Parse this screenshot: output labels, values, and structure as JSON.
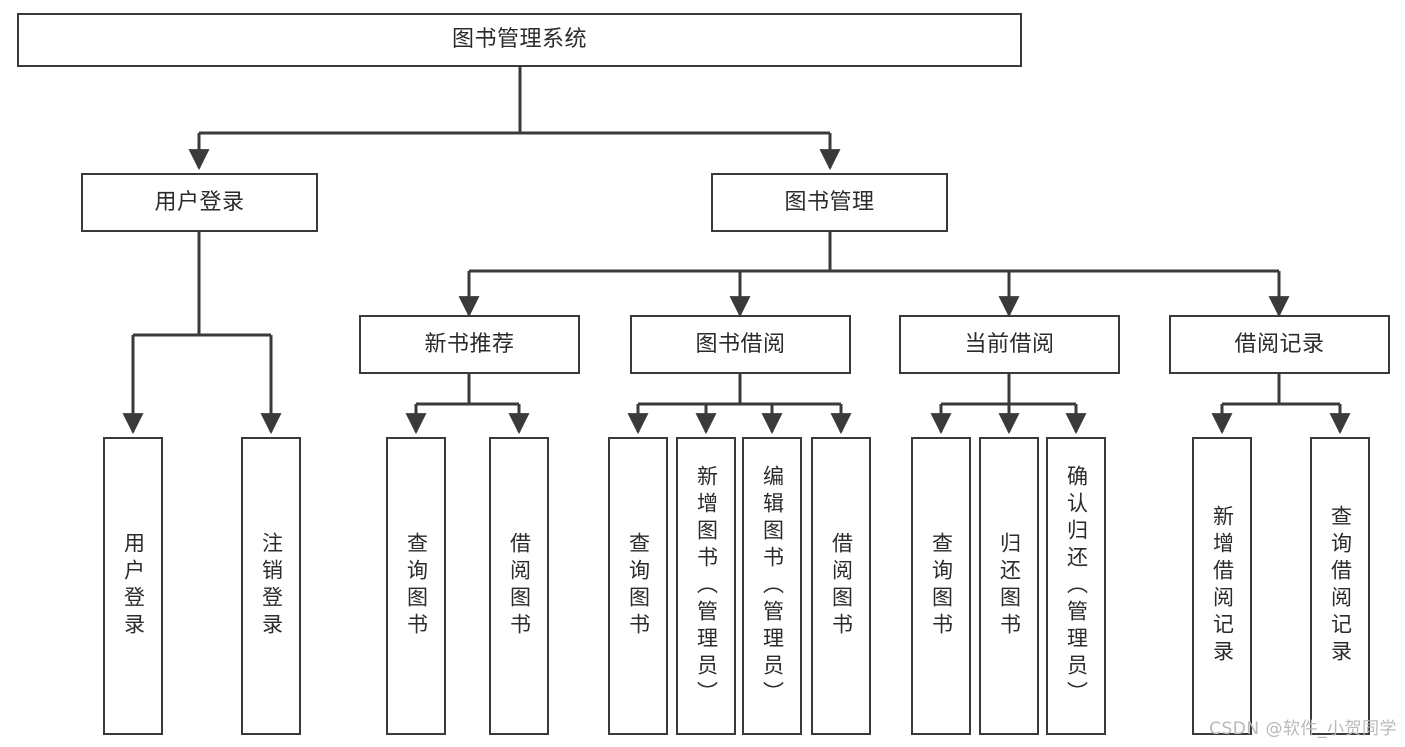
{
  "diagram": {
    "type": "tree",
    "title": "图书管理系统",
    "watermark": "CSDN @软件_小贺同学",
    "colors": {
      "background": "#ffffff",
      "node_fill": "#ffffff",
      "node_stroke": "#3a3a3a",
      "text": "#2b2b2b",
      "watermark": "#b9b9b9"
    },
    "nodes": {
      "root": {
        "label": "图书管理系统"
      },
      "level2": [
        {
          "label": "用户登录"
        },
        {
          "label": "图书管理"
        }
      ],
      "level3": [
        {
          "label": "新书推荐"
        },
        {
          "label": "图书借阅"
        },
        {
          "label": "当前借阅"
        },
        {
          "label": "借阅记录"
        }
      ],
      "leaves_user_login": [
        {
          "label": "用户登录"
        },
        {
          "label": "注销登录"
        }
      ],
      "leaves_new_book": [
        {
          "label": "查询图书"
        },
        {
          "label": "借阅图书"
        }
      ],
      "leaves_borrow": [
        {
          "label": "查询图书"
        },
        {
          "label": "新增图书（管理员）"
        },
        {
          "label": "编辑图书（管理员）"
        },
        {
          "label": "借阅图书"
        }
      ],
      "leaves_current": [
        {
          "label": "查询图书"
        },
        {
          "label": "归还图书"
        },
        {
          "label": "确认归还（管理员）"
        }
      ],
      "leaves_record": [
        {
          "label": "新增借阅记录"
        },
        {
          "label": "查询借阅记录"
        }
      ]
    }
  }
}
